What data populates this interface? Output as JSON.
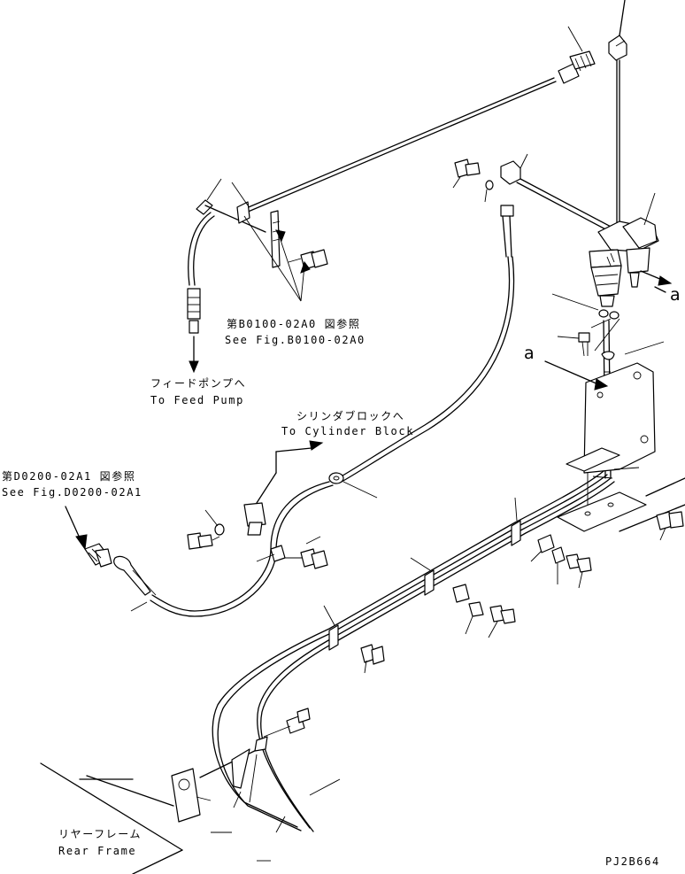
{
  "labels": {
    "ref_b0100_jp": "第B0100-02A0 図参照",
    "ref_b0100_en": "See Fig.B0100-02A0",
    "feed_pump_jp": "フィードポンプへ",
    "feed_pump_en": "To Feed Pump",
    "cyl_block_jp": "シリンダブロックへ",
    "cyl_block_en": "To Cylinder Block",
    "ref_d0200_jp": "第D0200-02A1 図参照",
    "ref_d0200_en": "See Fig.D0200-02A1",
    "rear_frame_jp": "リヤーフレーム",
    "rear_frame_en": "Rear Frame",
    "view_a_right": "a",
    "view_a_left": "a",
    "drawing_code": "PJ2B664"
  }
}
